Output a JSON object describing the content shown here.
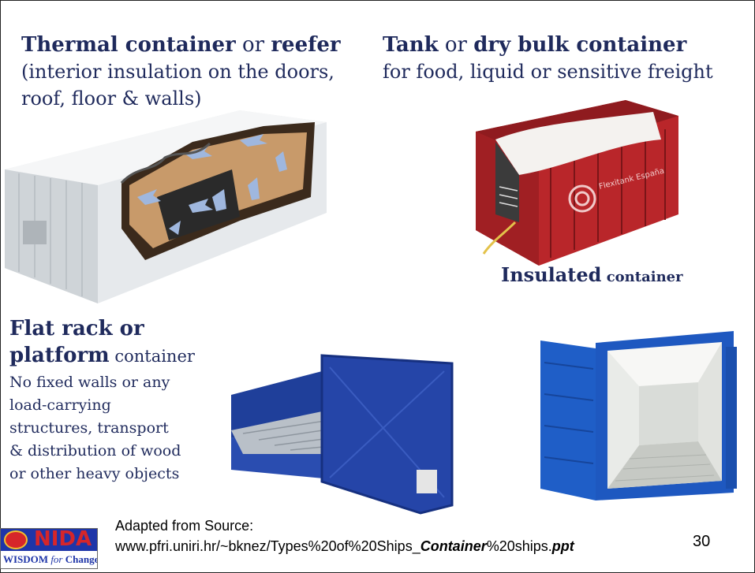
{
  "slide": {
    "page_number": "30",
    "reefer": {
      "title_bold_1": "Thermal container",
      "title_mid": " or ",
      "title_bold_2": "reefer",
      "line_2": "(interior insulation on the doors,",
      "line_3": "roof, floor & walls)"
    },
    "tank": {
      "title_bold_1": "Tank",
      "title_mid": " or ",
      "title_bold_2": "dry bulk container",
      "line_2": "for food, liquid or sensitive freight",
      "tank_marking": "Flexitank España"
    },
    "insulated": {
      "bold": "Insulated",
      "rest": " container"
    },
    "flat_rack": {
      "line_1": "Flat rack or",
      "line_2_bold": "platform",
      "line_2_rest": " container",
      "desc": [
        "No fixed walls or any",
        "load-carrying",
        "structures, transport",
        "& distribution of wood",
        "or other heavy objects"
      ]
    },
    "source": {
      "line_1": "Adapted from Source:",
      "url_part_1": "www.pfri.uniri.hr/~bknez/Types%20of%20Ships_",
      "url_part_2": "Container",
      "url_part_3": "%20ships.",
      "url_part_4": "ppt"
    },
    "logo": {
      "name": "NIDA",
      "tagline_1": "WISDOM ",
      "tagline_2": "for",
      "tagline_3": " Change"
    }
  }
}
